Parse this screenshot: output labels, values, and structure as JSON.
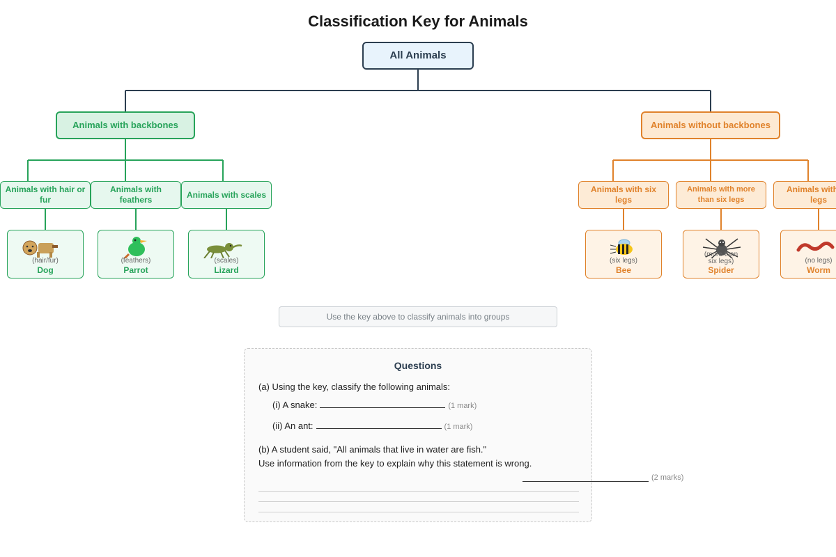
{
  "title": "Classification Key for Animals",
  "root": "All Animals",
  "groups": {
    "backbones": "Animals with backbones",
    "no_backbones": "Animals without backbones"
  },
  "subgroups": {
    "hair": "Animals with hair or fur",
    "feathers": "Animals with feathers",
    "scales": "Animals with scales",
    "six_legs": "Animals with six legs",
    "more_legs": "Animals with more than six legs",
    "no_legs": "Animals with no legs"
  },
  "animals": {
    "dog": {
      "name": "Dog",
      "trait": "(hair/fur)"
    },
    "parrot": {
      "name": "Parrot",
      "trait": "(feathers)"
    },
    "lizard": {
      "name": "Lizard",
      "trait": "(scales)"
    },
    "bee": {
      "name": "Bee",
      "trait": "(six legs)"
    },
    "spider": {
      "name": "Spider",
      "trait_a": "(more than",
      "trait_b": "six legs)"
    },
    "worm": {
      "name": "Worm",
      "trait": "(no legs)"
    }
  },
  "hint": "Use the key above to classify animals into groups",
  "questions": {
    "heading": "Questions",
    "a_intro": "(a) Using the key, classify the following animals:",
    "a_i": "(i) A snake:",
    "a_i_mark": "(1 mark)",
    "a_ii": "(ii) An ant:",
    "a_ii_mark": "(1 mark)",
    "b_line1": "(b) A student said, \"All animals that live in water are fish.\"",
    "b_line2": "Use information from the key to explain why this statement is wrong.",
    "b_mark": "(2 marks)"
  },
  "colors": {
    "root": "#2c3e50",
    "vertebrate": "#27a35a",
    "invertebrate": "#e0822b"
  }
}
